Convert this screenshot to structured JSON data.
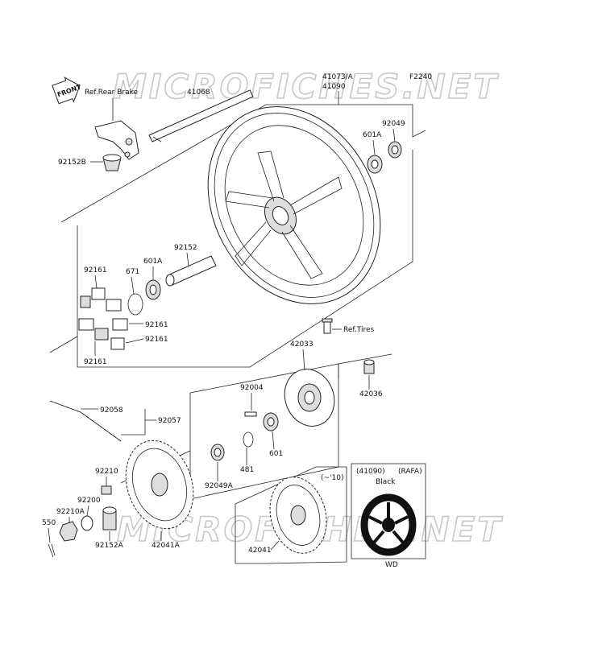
{
  "diagram_code": "F2240",
  "watermark": "MICROFICHES.NET",
  "front_marker": "FRONT",
  "labels": {
    "ref_rear_brake": "Ref.Rear Brake",
    "ref_tires": "Ref.Tires",
    "axle": "41068",
    "wheel_a": "41073/A",
    "wheel_b": "41090",
    "collar_left": "92152B",
    "seal_right": "92049",
    "bearing_right": "601A",
    "collar": "92152",
    "bearing_left": "601A",
    "oring": "671",
    "damper_a": "92161",
    "damper_b": "92161",
    "damper_c": "92161",
    "damper_d": "92161",
    "coupling": "42033",
    "collar_coupling": "42036",
    "stud": "92004",
    "chain_link": "92058",
    "chain": "92057",
    "circlip": "481",
    "bearing_coupling": "601",
    "seal_coupling": "92049A",
    "nut": "92210",
    "washer": "92200",
    "nut_a": "92210A",
    "cotter_pin": "550",
    "collar_a": "92152A",
    "sprocket_a": "42041A",
    "sprocket": "42041",
    "sprocket_note": "(~'10)",
    "inset_part": "(41090)",
    "inset_model": "(RAFA)",
    "inset_color": "Black",
    "inset_note": "WD"
  }
}
